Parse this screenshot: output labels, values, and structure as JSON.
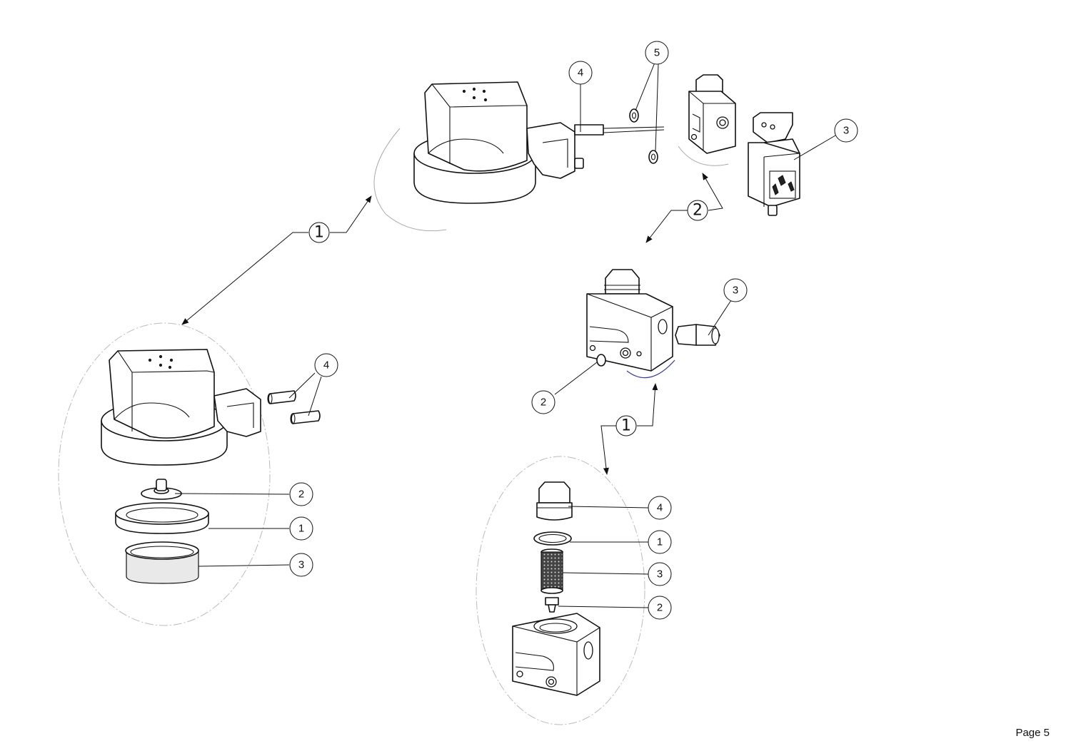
{
  "page": {
    "label": "Page 5"
  },
  "balloons": {
    "top_assembly": {
      "b1": "1",
      "b2": "2",
      "b3": "3",
      "b4": "4",
      "b5": "5"
    },
    "left_detail": {
      "b1": "1",
      "b2": "2",
      "b3": "3",
      "b4": "4"
    },
    "valve_block": {
      "b1": "1",
      "b2": "2",
      "b3": "3"
    },
    "filter_detail": {
      "b1": "1",
      "b2": "2",
      "b3": "3",
      "b4": "4"
    }
  }
}
